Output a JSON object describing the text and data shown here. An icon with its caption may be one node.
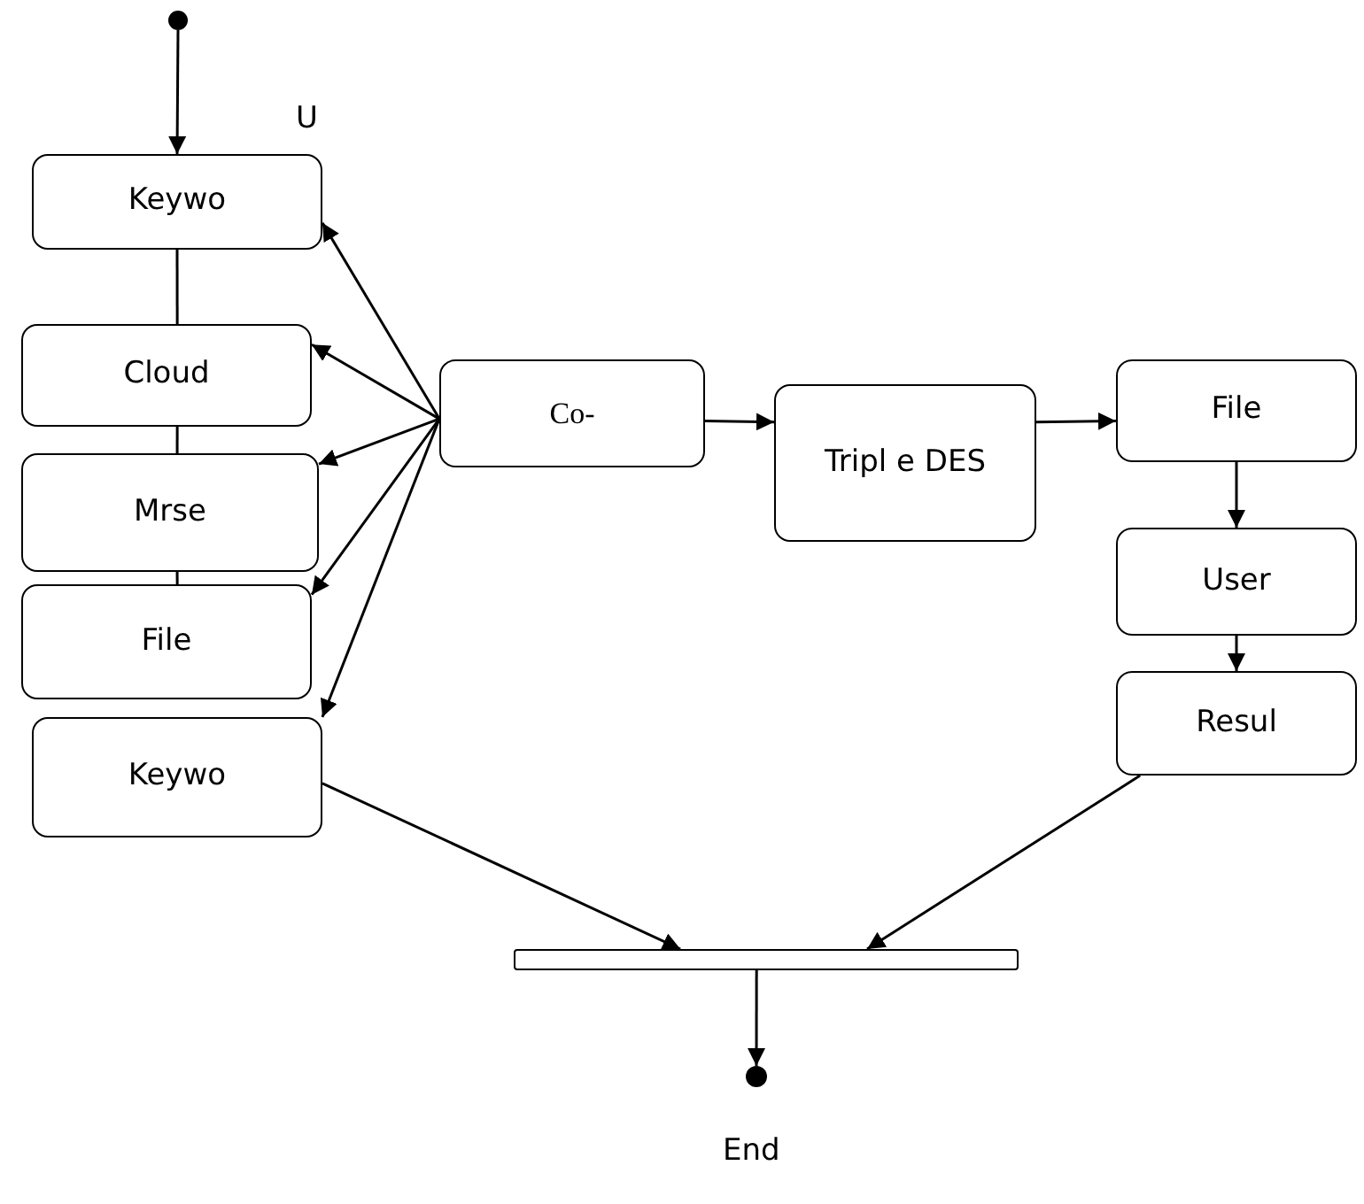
{
  "diagram": {
    "nodes": [
      {
        "text": [],
        "shape": "circle"
      },
      {
        "text": [
          "Keywo"
        ],
        "beside": [
          "U"
        ]
      },
      {
        "text": [
          "Cloud"
        ]
      },
      {
        "text": [
          "Mrse"
        ]
      },
      {
        "text": [
          "File"
        ]
      },
      {
        "text": [
          "Keywo"
        ]
      },
      {
        "text": [
          "Co-"
        ]
      },
      {
        "text": [
          "Tripl e DES"
        ]
      },
      {
        "text": [
          "File"
        ]
      },
      {
        "text": [
          "User"
        ]
      },
      {
        "text": [
          "Resul"
        ]
      },
      {
        "text": [],
        "shape": "bar"
      },
      {
        "text": [],
        "shape": "circle",
        "beside": [
          "End"
        ]
      }
    ],
    "edges": [
      {
        "from": 0,
        "to": 1,
        "arrow": "to"
      },
      {
        "from": 1,
        "to": 2,
        "arrow": "none"
      },
      {
        "from": 2,
        "to": 3,
        "arrow": "none"
      },
      {
        "from": 3,
        "to": 4,
        "arrow": "none"
      },
      {
        "from": 6,
        "to": 1,
        "arrow": "to"
      },
      {
        "from": 6,
        "to": 2,
        "arrow": "to"
      },
      {
        "from": 6,
        "to": 3,
        "arrow": "to"
      },
      {
        "from": 6,
        "to": 4,
        "arrow": "to"
      },
      {
        "from": 6,
        "to": 5,
        "arrow": "to"
      },
      {
        "from": 6,
        "to": 7,
        "arrow": "to"
      },
      {
        "from": 7,
        "to": 8,
        "arrow": "to"
      },
      {
        "from": 8,
        "to": 9,
        "arrow": "to"
      },
      {
        "from": 9,
        "to": 10,
        "arrow": "to"
      },
      {
        "from": 5,
        "to": 11,
        "arrow": "to"
      },
      {
        "from": 10,
        "to": 11,
        "arrow": "to"
      },
      {
        "from": 11,
        "to": 12,
        "arrow": "to"
      }
    ]
  }
}
